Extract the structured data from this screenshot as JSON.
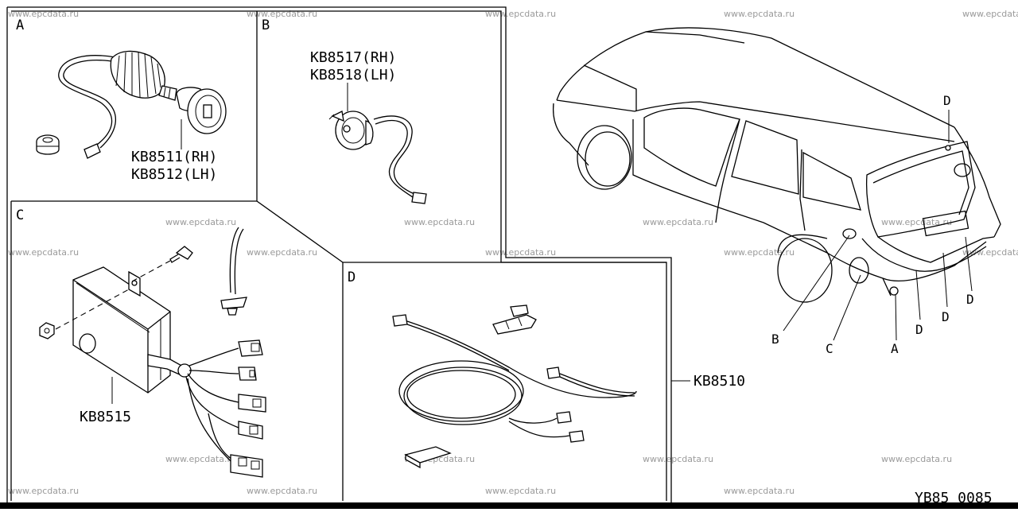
{
  "watermark": "www.epcdata.ru",
  "figure_code": "YB85 0085",
  "panels": {
    "a": {
      "letter": "A",
      "parts": [
        "KB8511(RH)",
        "KB8512(LH)"
      ]
    },
    "b": {
      "letter": "B",
      "parts": [
        "KB8517(RH)",
        "KB8518(LH)"
      ]
    },
    "c": {
      "letter": "C",
      "parts": [
        "KB8515"
      ]
    },
    "d": {
      "letter": "D"
    }
  },
  "assembly_part": "KB8510",
  "car_callouts": {
    "d_top": "D",
    "b": "B",
    "c": "C",
    "a": "A",
    "d_1": "D",
    "d_2": "D",
    "d_3": "D"
  }
}
